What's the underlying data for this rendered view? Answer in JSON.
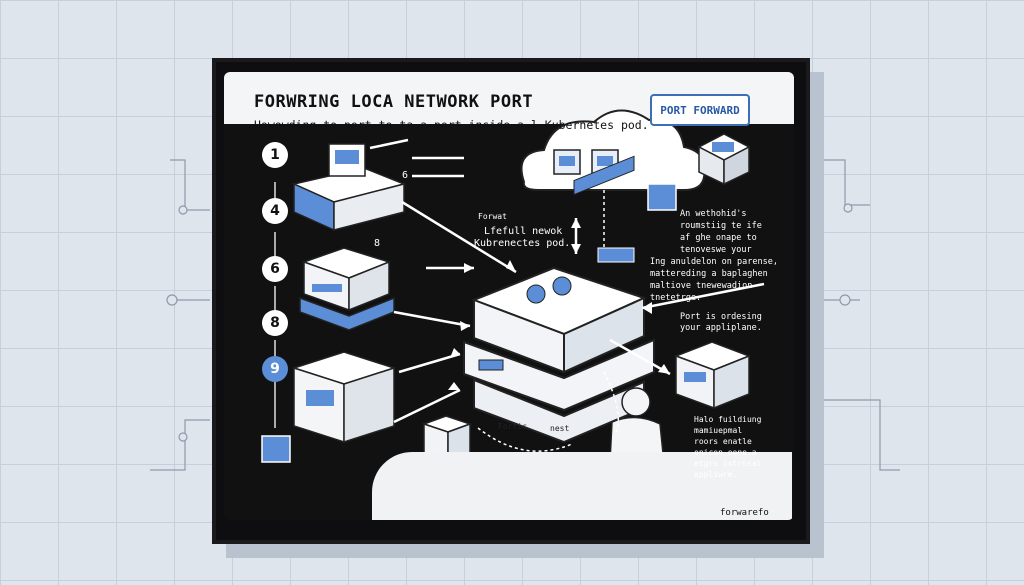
{
  "diagram": {
    "title": "FORWRING LOCA NETWORK PORT",
    "subtitle": "Howowding to port to ta a port inside a l Kubernetes pod.",
    "badge": "PORT FORWARD",
    "steps": [
      "1",
      "4",
      "6",
      "8",
      "9"
    ],
    "small_labels": {
      "node_6": "6",
      "node_8": "8",
      "forwat": "Forwat",
      "lfefull": "Lfefull newok",
      "kube_pod": "Kubrenectes pod.",
      "fortic": "Fortic",
      "nest": "nest",
      "port_note": "Port is ordesing your appliplane."
    },
    "info_panel": [
      "An wethohid's",
      "roumstiig te ife",
      "af ghe onape to",
      "tenoveswe your",
      "Ing anuldelon on parense,",
      "mattereding a baplaghen",
      "maltiove tnewewadion",
      "tnetetrge."
    ],
    "help_panel": [
      "Halo fuildiung",
      "mamiuepmal",
      "roors enatle",
      "onicon oone a",
      "etgrs cxtrosal",
      "appliwre."
    ],
    "brand": "forwarefo"
  },
  "colors": {
    "accent": "#5b8ed6",
    "background": "#111111",
    "grid": "#c7d0da"
  }
}
